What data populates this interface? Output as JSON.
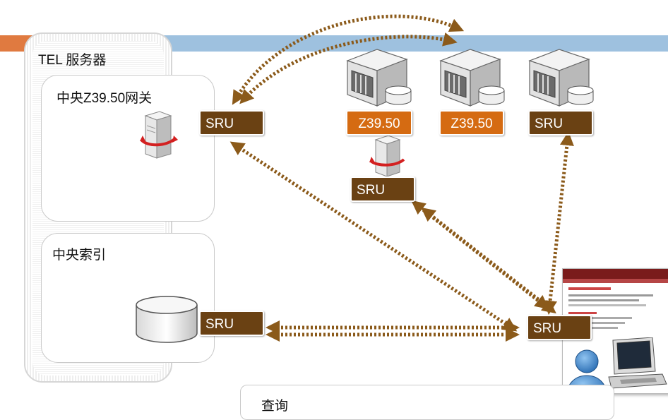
{
  "server_panel": {
    "title": "TEL 服务器",
    "gateway_label": "中央Z39.50网关",
    "index_label": "中央索引"
  },
  "protocols": {
    "gateway_sru": "SRU",
    "index_sru": "SRU",
    "z3950_a": "Z39.50",
    "z3950_b": "Z39.50",
    "remote_sru": "SRU",
    "bridge_sru": "SRU",
    "client_sru": "SRU"
  },
  "query_label": "查询",
  "colors": {
    "sru_brown": "#6a4113",
    "z3950_orange": "#d56b12",
    "arrow_brown": "#8b5a1a",
    "bar_blue": "#9ec1df",
    "bar_orange": "#e07a40"
  },
  "icons": [
    "server-icon",
    "database-icon",
    "gateway-server-icon",
    "user-icon",
    "computer-icon",
    "browser-screenshot"
  ]
}
